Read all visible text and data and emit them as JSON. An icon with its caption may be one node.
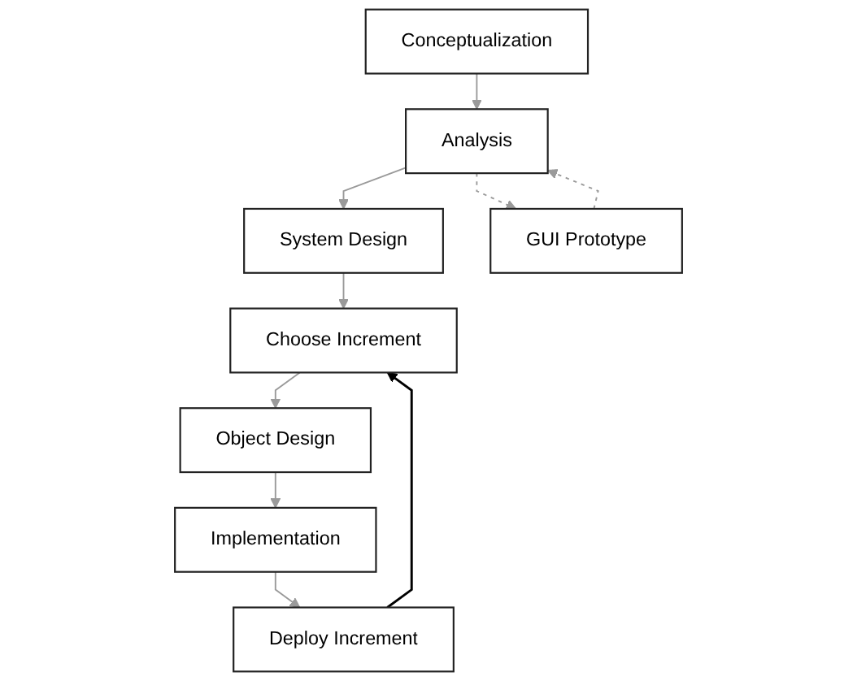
{
  "diagram": {
    "nodes": [
      {
        "text": [
          "Conceptualization"
        ]
      },
      {
        "text": [
          "Analysis"
        ]
      },
      {
        "text": [
          "System Design"
        ]
      },
      {
        "text": [
          "Choose Increment"
        ]
      },
      {
        "text": [
          "Object Design"
        ]
      },
      {
        "text": [
          "Implementation"
        ]
      },
      {
        "text": [
          "Deploy Increment"
        ]
      },
      {
        "text": [
          "GUI Prototype"
        ]
      }
    ],
    "edges": [
      {
        "from": 0,
        "to": 1,
        "arrow": "to"
      },
      {
        "from": 1,
        "to": 2,
        "arrow": "to"
      },
      {
        "from": 2,
        "to": 3,
        "arrow": "to"
      },
      {
        "from": 3,
        "to": 4,
        "arrow": "to"
      },
      {
        "from": 4,
        "to": 5,
        "arrow": "to"
      },
      {
        "from": 5,
        "to": 6,
        "arrow": "to"
      },
      {
        "from": 6,
        "to": 3,
        "arrow": "to",
        "color": "#000000"
      },
      {
        "from": 7,
        "to": 1,
        "arrow": "to",
        "style": "dashed"
      },
      {
        "from": 1,
        "to": 7,
        "arrow": "to",
        "style": "dashed"
      }
    ]
  }
}
